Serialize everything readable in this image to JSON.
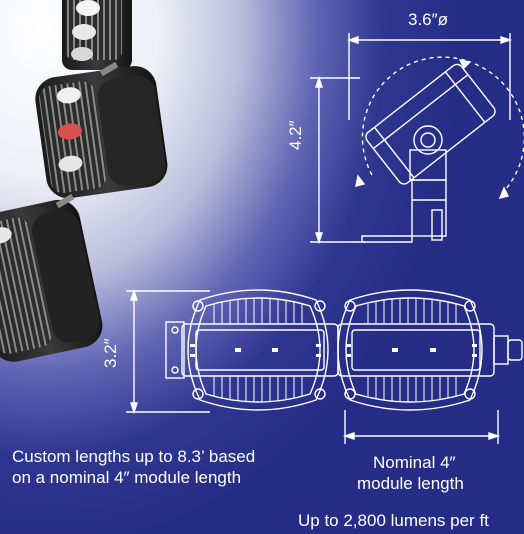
{
  "dimensions": {
    "diameter": "3.6″ø",
    "height": "4.2″",
    "width": "3.2″"
  },
  "captions": {
    "custom_line1": "Custom lengths up to 8.3’ based",
    "custom_line2": "on a nominal 4″ module length",
    "nominal_line1": "Nominal 4″",
    "nominal_line2": "module length",
    "lumens": "Up to 2,800 lumens per ft"
  },
  "colors": {
    "line": "#ffffff",
    "background_light": "#eef0f7",
    "background_dark": "#262d86"
  }
}
